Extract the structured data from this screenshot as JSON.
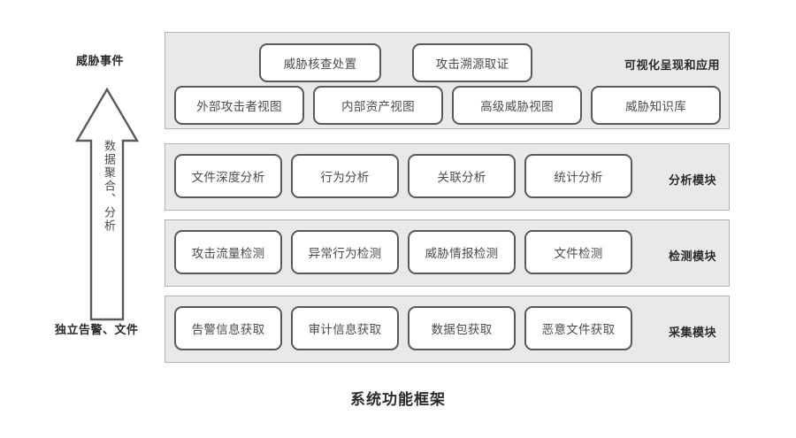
{
  "caption": "系统功能框架",
  "flow": {
    "top_label": "威胁事件",
    "bottom_label": "独立告警、文件",
    "arrow_text": "数据聚合、分析",
    "arrow_direction": "up"
  },
  "layers": [
    {
      "id": "visual",
      "label": "可视化呈现和应用",
      "upper_boxes": [
        {
          "label": "威胁核查处置"
        },
        {
          "label": "攻击溯源取证"
        }
      ],
      "boxes": [
        {
          "label": "外部攻击者视图"
        },
        {
          "label": "内部资产视图"
        },
        {
          "label": "高级威胁视图"
        },
        {
          "label": "威胁知识库"
        }
      ]
    },
    {
      "id": "analysis",
      "label": "分析模块",
      "boxes": [
        {
          "label": "文件深度分析"
        },
        {
          "label": "行为分析"
        },
        {
          "label": "关联分析"
        },
        {
          "label": "统计分析"
        }
      ]
    },
    {
      "id": "detect",
      "label": "检测模块",
      "boxes": [
        {
          "label": "攻击流量检测"
        },
        {
          "label": "异常行为检测"
        },
        {
          "label": "威胁情报检测"
        },
        {
          "label": "文件检测"
        }
      ]
    },
    {
      "id": "collect",
      "label": "采集模块",
      "boxes": [
        {
          "label": "告警信息获取"
        },
        {
          "label": "审计信息获取"
        },
        {
          "label": "数据包获取"
        },
        {
          "label": "恶意文件获取"
        }
      ]
    }
  ],
  "colors": {
    "band_fill": "#e9e9e9",
    "band_border": "#b4b4b4",
    "box_fill": "#ffffff",
    "box_border": "#595959",
    "text": "#4a4a4a",
    "label_text": "#2b2b2b",
    "page_background": "#ffffff"
  }
}
